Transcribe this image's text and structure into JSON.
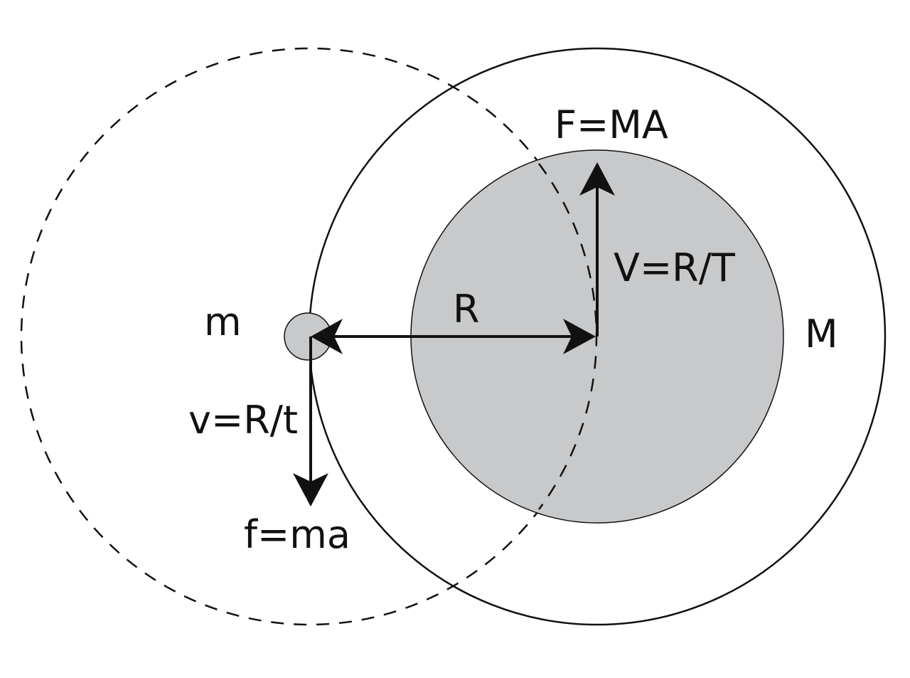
{
  "labels": {
    "big_force": "F=MA",
    "big_velocity": "V=R/T",
    "radius": "R",
    "small_mass": "m",
    "big_mass": "M",
    "small_velocity": "v=R/t",
    "small_force": "f=ma"
  },
  "colors": {
    "fill_gray": "#c8c9cb",
    "stroke": "#111111",
    "background": "#ffffff"
  }
}
